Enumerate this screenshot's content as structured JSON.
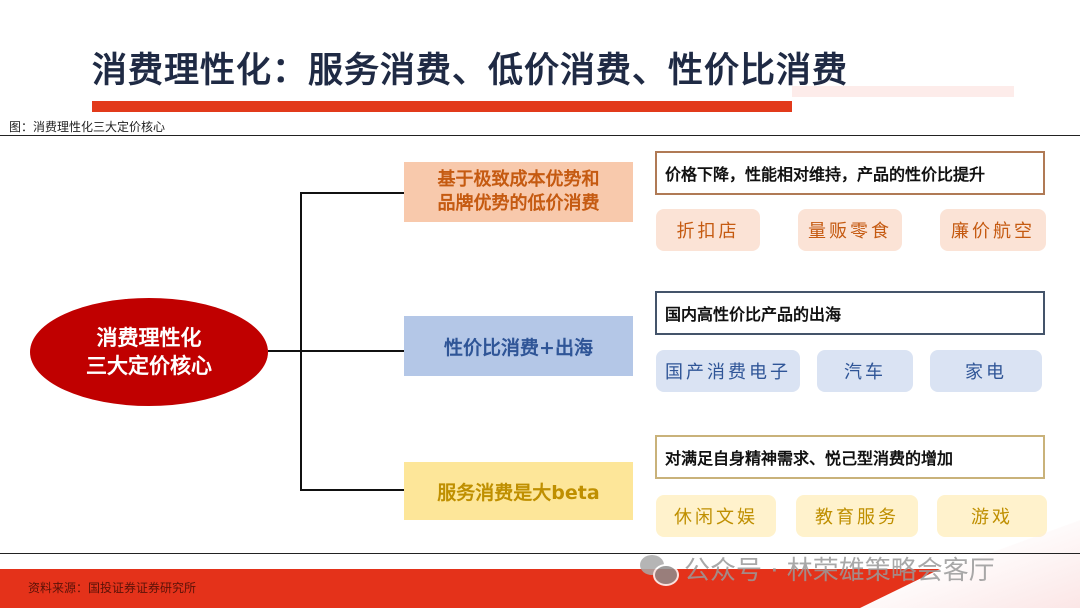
{
  "header": {
    "title": "消费理性化：服务消费、低价消费、性价比消费",
    "caption": "图：消费理性化三大定价核心"
  },
  "diagram": {
    "root": {
      "line1": "消费理性化",
      "line2": "三大定价核心",
      "color": "#c00000"
    },
    "branches": [
      {
        "label_line1": "基于极致成本优势和",
        "label_line2": "品牌优势的低价消费",
        "description": "价格下降，性能相对维持，产品的性价比提升",
        "tags": [
          "折扣店",
          "量贩零食",
          "廉价航空"
        ],
        "color": "#c55a11"
      },
      {
        "label": "性价比消费+出海",
        "description": "国内高性价比产品的出海",
        "tags": [
          "国产消费电子",
          "汽车",
          "家电"
        ],
        "color": "#2f5597"
      },
      {
        "label": "服务消费是大beta",
        "description": "对满足自身精神需求、悦己型消费的增加",
        "tags": [
          "休闲文娱",
          "教育服务",
          "游戏"
        ],
        "color": "#bf8f00"
      }
    ]
  },
  "footer": {
    "source": "资料来源：国投证券证券研究所",
    "watermark": "公众号 · 林荣雄策略会客厅"
  }
}
